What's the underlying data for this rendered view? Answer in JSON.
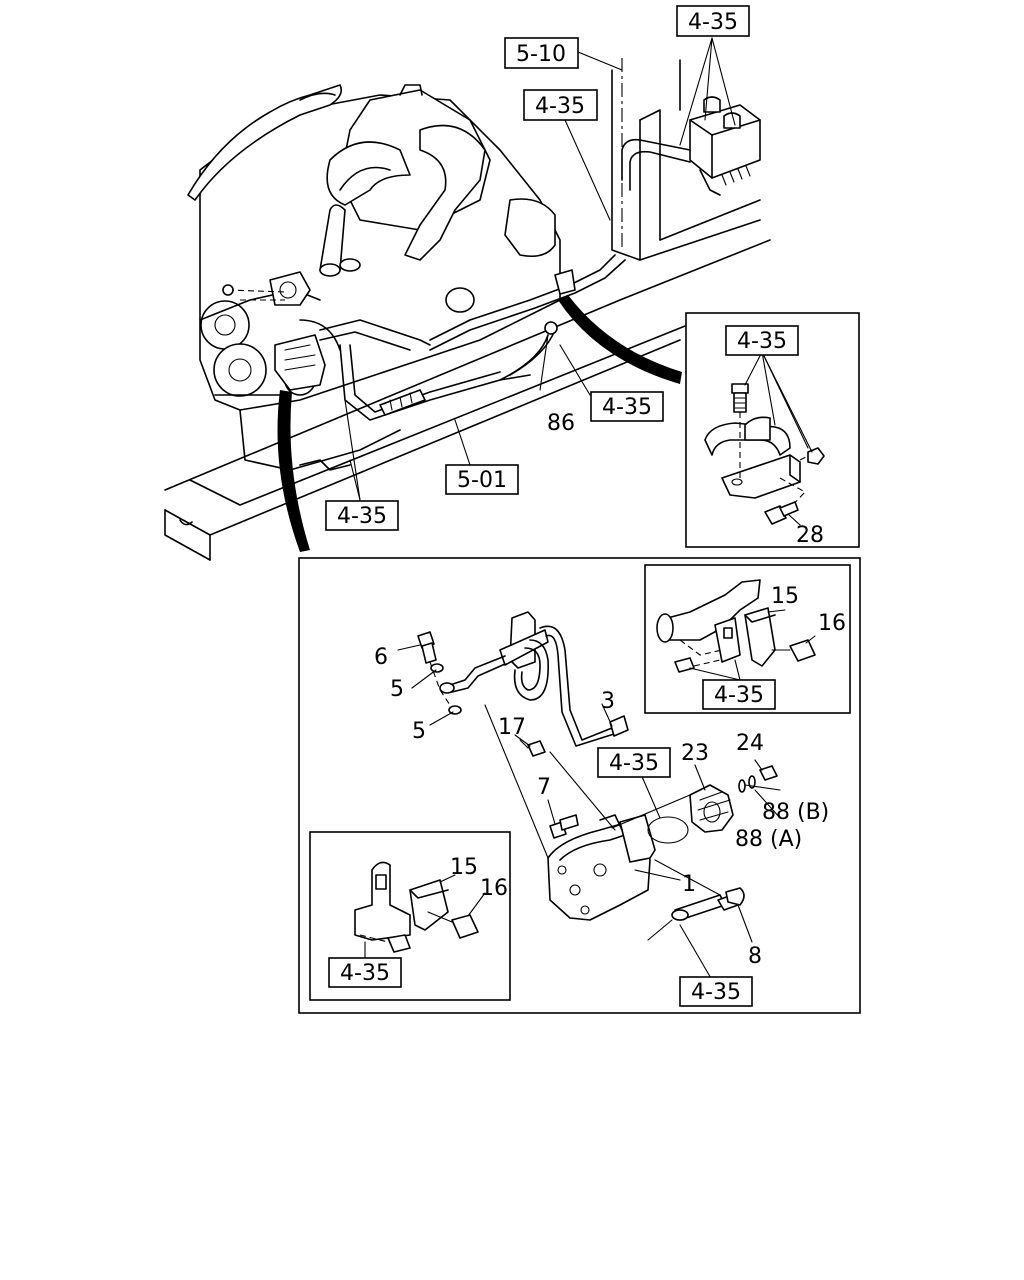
{
  "callouts": {
    "ref_4_35": "4-35",
    "ref_5_10": "5-10",
    "ref_5_01": "5-01"
  },
  "parts": {
    "p86": "86",
    "p28": "28",
    "p15": "15",
    "p16": "16",
    "p6": "6",
    "p5": "5",
    "p3": "3",
    "p17": "17",
    "p7": "7",
    "p23": "23",
    "p24": "24",
    "p88b": "88 (B)",
    "p88a": "88 (A)",
    "p1": "1",
    "p8": "8"
  }
}
